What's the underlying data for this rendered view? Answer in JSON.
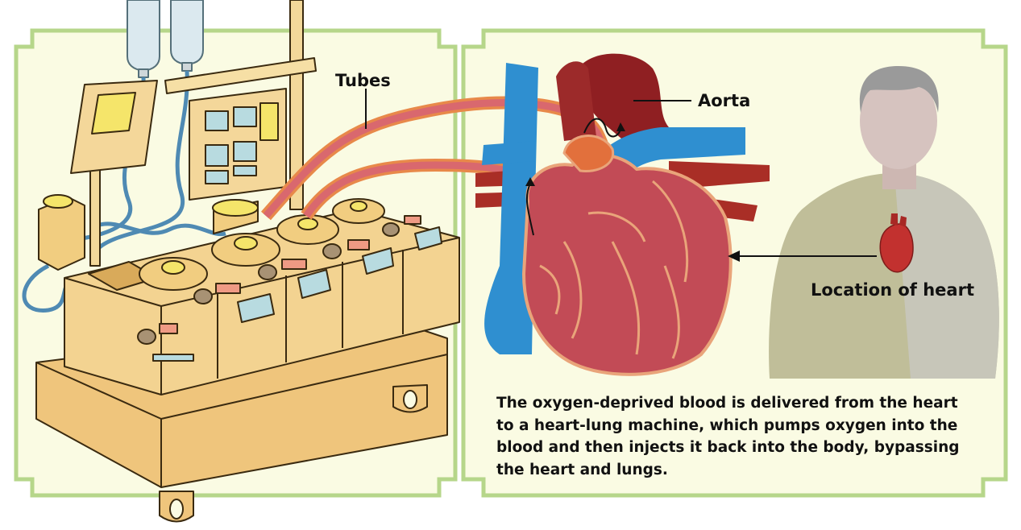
{
  "labels": {
    "tubes": "Tubes",
    "aorta": "Aorta",
    "location_of_heart": "Location of heart"
  },
  "caption": "The oxygen-deprived blood is delivered from the heart to a heart-lung machine, which pumps oxygen into the blood and then injects it back into the body, bypassing the heart and lungs.",
  "colors": {
    "panel_fill": "#fafbe3",
    "panel_border": "#b6d68a",
    "machine_body": "#f4d79a",
    "machine_outline": "#3a2a10",
    "tube_artery": "#e8894a",
    "tube_vein": "#d9686e",
    "heart_muscle": "#c24b56",
    "vein_blue": "#2f8fd0",
    "aorta_red": "#8f1f22"
  },
  "icons": [
    "heart-lung-machine-illustration",
    "heart-illustration",
    "person-silhouette",
    "iv-bag-icon"
  ]
}
